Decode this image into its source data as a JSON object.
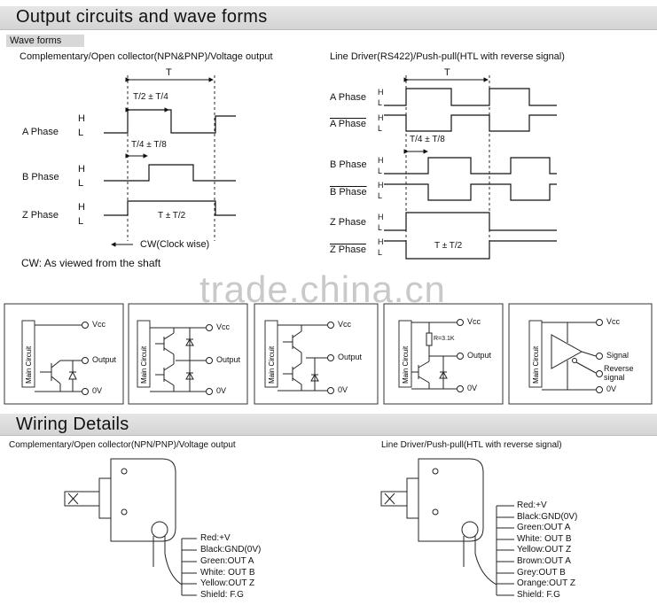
{
  "sections": {
    "output_title": "Output circuits and wave forms",
    "wave_tag": "Wave forms",
    "wiring_title": "Wiring Details"
  },
  "left_wave": {
    "title": "Complementary/Open collector(NPN&PNP)/Voltage output",
    "period": "T",
    "phase_shift": "T/2 ± T/4",
    "b_shift": "T/4 ± T/8",
    "z_width": "T ± T/2",
    "a_phase": "A Phase",
    "b_phase": "B Phase",
    "z_phase": "Z Phase",
    "high": "H",
    "low": "L",
    "cw": "CW(Clock wise)",
    "cw_note": "CW: As viewed from the shaft"
  },
  "right_wave": {
    "title": "Line Driver(RS422)/Push-pull(HTL with reverse signal)",
    "period": "T",
    "b_shift": "T/4 ± T/8",
    "z_width": "T ± T/2",
    "a_phase": "A Phase",
    "a_bar_phase": "A Phase",
    "b_phase": "B Phase",
    "b_bar_phase": "B Phase",
    "z_phase": "Z Phase",
    "z_bar_phase": "Z Phase",
    "high": "H",
    "low": "L"
  },
  "watermark": "trade.china.cn",
  "circuits": {
    "main_circuit": "Main Circuit",
    "vcc": "Vcc",
    "output": "Output",
    "zero_v": "0V",
    "signal": "Signal",
    "reverse_signal_1": "Reverse",
    "reverse_signal_2": "signal",
    "resistor": "R=3.1K"
  },
  "wiring": {
    "left_title": "Complementary/Open collector(NPN/PNP)/Voltage output",
    "right_title": "Line Driver/Push-pull(HTL with reverse signal)",
    "left_wires": [
      "Red:+V",
      "Black:GND(0V)",
      "Green:OUT A",
      "White: OUT B",
      "Yellow:OUT Z",
      "Shield: F.G"
    ],
    "right_wires": [
      "Red:+V",
      "Black:GND(0V)",
      "Green:OUT A",
      "White: OUT B",
      "Yellow:OUT Z",
      "Brown:OUT A",
      "Grey:OUT B",
      "Orange:OUT Z",
      "Shield: F.G"
    ]
  }
}
